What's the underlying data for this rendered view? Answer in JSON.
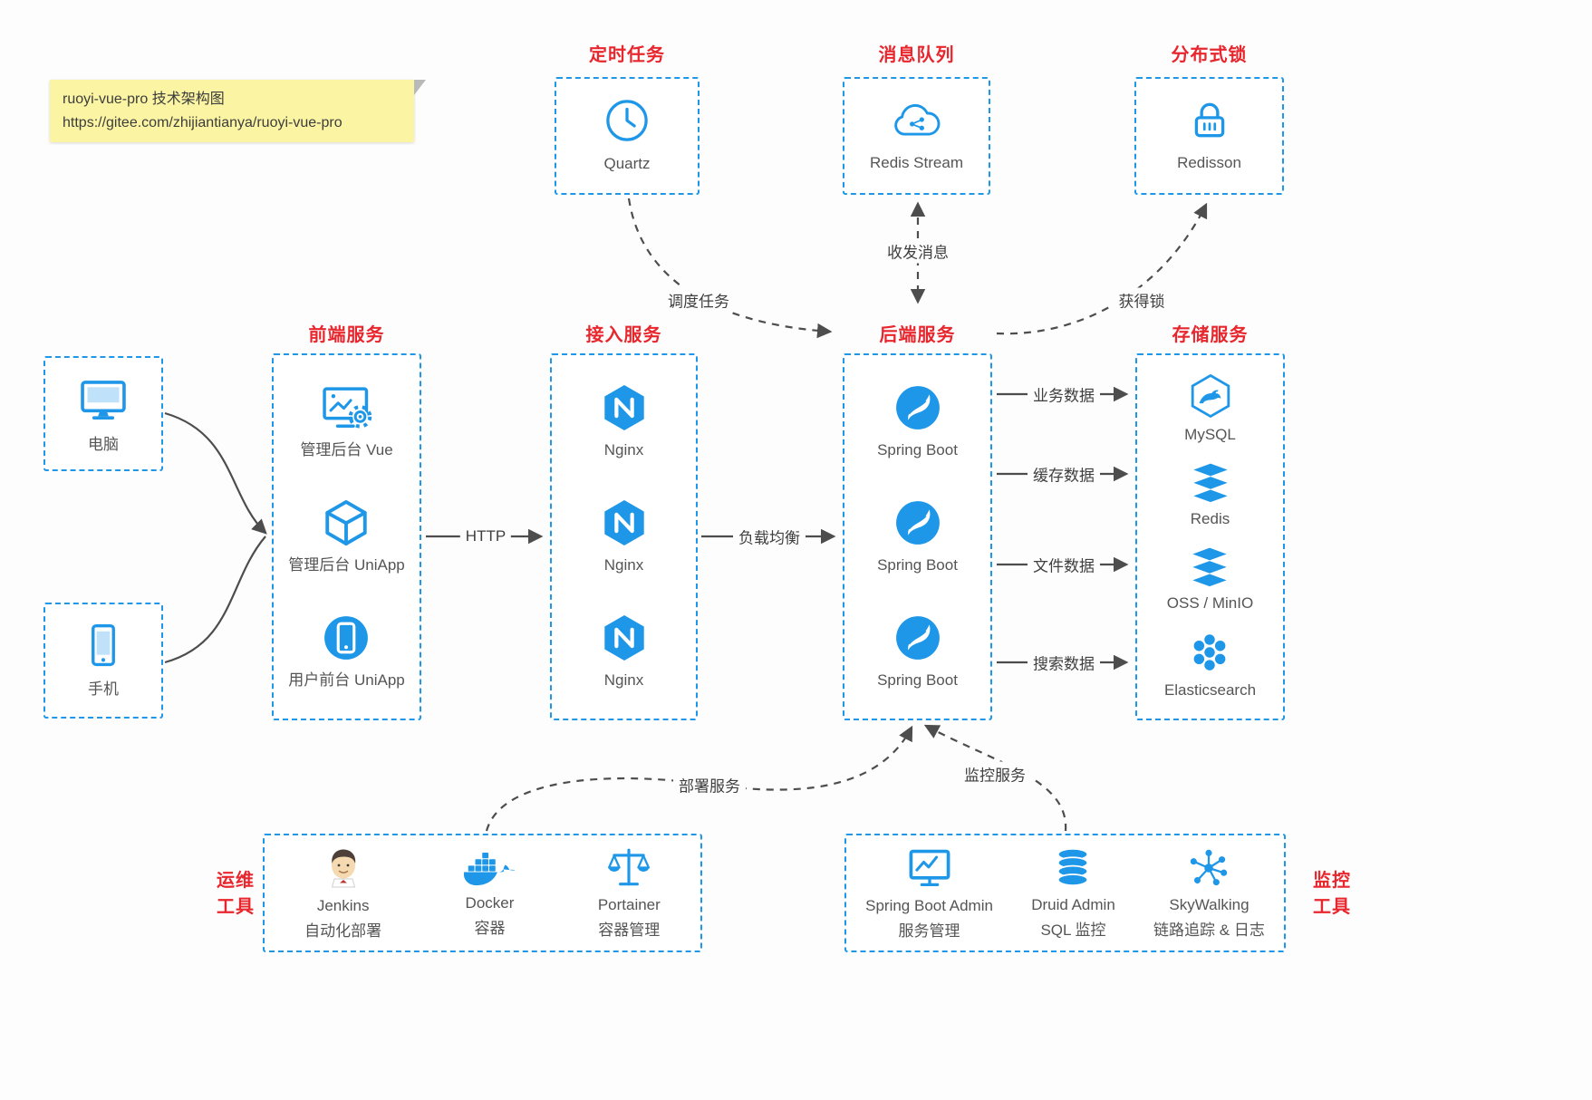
{
  "note": {
    "line1": "ruoyi-vue-pro 技术架构图",
    "line2": "https://gitee.com/zhijiantianya/ruoyi-vue-pro"
  },
  "top_services": [
    {
      "title": "定时任务",
      "label": "Quartz",
      "icon": "clock-icon"
    },
    {
      "title": "消息队列",
      "label": "Redis Stream",
      "icon": "cloud-network-icon"
    },
    {
      "title": "分布式锁",
      "label": "Redisson",
      "icon": "lock-icon"
    }
  ],
  "clients": [
    {
      "label": "电脑",
      "icon": "desktop-icon"
    },
    {
      "label": "手机",
      "icon": "phone-icon"
    }
  ],
  "columns": {
    "frontend": {
      "title": "前端服务",
      "items": [
        {
          "label": "管理后台 Vue",
          "icon": "admin-vue-icon"
        },
        {
          "label": "管理后台 UniApp",
          "icon": "uniapp-cube-icon"
        },
        {
          "label": "用户前台 UniApp",
          "icon": "user-app-icon"
        }
      ]
    },
    "gateway": {
      "title": "接入服务",
      "items": [
        {
          "label": "Nginx",
          "icon": "nginx-icon"
        },
        {
          "label": "Nginx",
          "icon": "nginx-icon"
        },
        {
          "label": "Nginx",
          "icon": "nginx-icon"
        }
      ]
    },
    "backend": {
      "title": "后端服务",
      "items": [
        {
          "label": "Spring Boot",
          "icon": "spring-leaf-icon"
        },
        {
          "label": "Spring Boot",
          "icon": "spring-leaf-icon"
        },
        {
          "label": "Spring Boot",
          "icon": "spring-leaf-icon"
        }
      ]
    },
    "storage": {
      "title": "存储服务",
      "items": [
        {
          "label": "MySQL",
          "icon": "mysql-icon"
        },
        {
          "label": "Redis",
          "icon": "redis-stack-icon"
        },
        {
          "label": "OSS / MinIO",
          "icon": "oss-stack-icon"
        },
        {
          "label": "Elasticsearch",
          "icon": "elasticsearch-icon"
        }
      ]
    }
  },
  "ops": {
    "title_line1": "运维",
    "title_line2": "工具",
    "items": [
      {
        "label1": "Jenkins",
        "label2": "自动化部署",
        "icon": "jenkins-icon"
      },
      {
        "label1": "Docker",
        "label2": "容器",
        "icon": "docker-icon"
      },
      {
        "label1": "Portainer",
        "label2": "容器管理",
        "icon": "portainer-scales-icon"
      }
    ]
  },
  "monitoring": {
    "title_line1": "监控",
    "title_line2": "工具",
    "items": [
      {
        "label1": "Spring Boot Admin",
        "label2": "服务管理",
        "icon": "admin-monitor-icon"
      },
      {
        "label1": "Druid Admin",
        "label2": "SQL 监控",
        "icon": "database-stack-icon"
      },
      {
        "label1": "SkyWalking",
        "label2": "链路追踪 & 日志",
        "icon": "network-graph-icon"
      }
    ]
  },
  "edges": {
    "http": "HTTP",
    "load_balance": "负载均衡",
    "schedule": "调度任务",
    "message": "收发消息",
    "lock": "获得锁",
    "business_data": "业务数据",
    "cache_data": "缓存数据",
    "file_data": "文件数据",
    "search_data": "搜索数据",
    "deploy": "部署服务",
    "monitor": "监控服务"
  },
  "colors": {
    "blue": "#1e97e8",
    "red": "#e8262d",
    "arrow": "#4d4d4d",
    "note_bg": "#fbf5a3"
  }
}
